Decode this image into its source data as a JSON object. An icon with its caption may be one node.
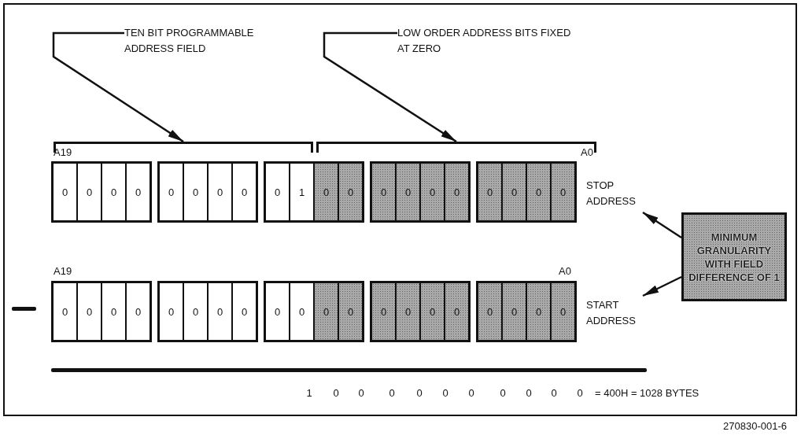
{
  "diagram": {
    "nodes": [
      {
        "text": [
          "TEN BIT PROGRAMMABLE ADDRESS FIELD"
        ]
      },
      {
        "text": [
          "LOW ORDER ADDRESS BITS FIXED AT ZERO"
        ]
      },
      {
        "text": [],
        "shape": "bracket"
      },
      {
        "text": [],
        "shape": "bracket"
      },
      {
        "text": [],
        "shape": "box"
      },
      {
        "text": [
          "0"
        ],
        "in": 4
      },
      {
        "text": [
          "0"
        ],
        "in": 4
      },
      {
        "text": [
          "0"
        ],
        "in": 4
      },
      {
        "text": [
          "0"
        ],
        "in": 4
      },
      {
        "text": [],
        "shape": "box"
      },
      {
        "text": [
          "0"
        ],
        "in": 9
      },
      {
        "text": [
          "0"
        ],
        "in": 9
      },
      {
        "text": [
          "0"
        ],
        "in": 9
      },
      {
        "text": [
          "0"
        ],
        "in": 9
      },
      {
        "text": [],
        "shape": "box"
      },
      {
        "text": [
          "0"
        ],
        "in": 14
      },
      {
        "text": [
          "1"
        ],
        "in": 14
      },
      {
        "text": [
          "0"
        ],
        "in": 14
      },
      {
        "text": [
          "0"
        ],
        "in": 14
      },
      {
        "text": [],
        "shape": "box"
      },
      {
        "text": [
          "0"
        ],
        "in": 19
      },
      {
        "text": [
          "0"
        ],
        "in": 19
      },
      {
        "text": [
          "0"
        ],
        "in": 19
      },
      {
        "text": [
          "0"
        ],
        "in": 19
      },
      {
        "text": [],
        "shape": "box"
      },
      {
        "text": [
          "0"
        ],
        "in": 24
      },
      {
        "text": [
          "0"
        ],
        "in": 24
      },
      {
        "text": [
          "0"
        ],
        "in": 24
      },
      {
        "text": [
          "0"
        ],
        "in": 24
      },
      {
        "text": [
          "STOP ADDRESS"
        ]
      },
      {
        "text": [],
        "shape": "box"
      },
      {
        "text": [
          "0"
        ],
        "in": 30
      },
      {
        "text": [
          "0"
        ],
        "in": 30
      },
      {
        "text": [
          "0"
        ],
        "in": 30
      },
      {
        "text": [
          "0"
        ],
        "in": 30
      },
      {
        "text": [],
        "shape": "box"
      },
      {
        "text": [
          "0"
        ],
        "in": 35
      },
      {
        "text": [
          "0"
        ],
        "in": 35
      },
      {
        "text": [
          "0"
        ],
        "in": 35
      },
      {
        "text": [
          "0"
        ],
        "in": 35
      },
      {
        "text": [],
        "shape": "box"
      },
      {
        "text": [
          "0"
        ],
        "in": 40
      },
      {
        "text": [
          "0"
        ],
        "in": 40
      },
      {
        "text": [
          "0"
        ],
        "in": 40
      },
      {
        "text": [
          "0"
        ],
        "in": 40
      },
      {
        "text": [],
        "shape": "box"
      },
      {
        "text": [
          "0"
        ],
        "in": 45
      },
      {
        "text": [
          "0"
        ],
        "in": 45
      },
      {
        "text": [
          "0"
        ],
        "in": 45
      },
      {
        "text": [
          "0"
        ],
        "in": 45
      },
      {
        "text": [],
        "shape": "box"
      },
      {
        "text": [
          "0"
        ],
        "in": 50
      },
      {
        "text": [
          "0"
        ],
        "in": 50
      },
      {
        "text": [
          "0"
        ],
        "in": 50
      },
      {
        "text": [
          "0"
        ],
        "in": 50
      },
      {
        "text": [
          "START ADDRESS"
        ]
      },
      {
        "text": [
          "MINIMUM GRANULARITY WITH FIELD DIFFERENCE OF 1"
        ]
      }
    ],
    "edges": [
      {
        "from": 0,
        "to": 2,
        "arrow": "to"
      },
      {
        "from": 1,
        "to": 3,
        "arrow": "to"
      },
      {
        "from": 56,
        "to": 29,
        "arrow": "to"
      },
      {
        "from": 56,
        "to": 55,
        "arrow": "to"
      }
    ],
    "labels": [
      "A19",
      "A0",
      "A19",
      "A0",
      "1",
      "0",
      "0",
      "0",
      "0",
      "0",
      "0",
      "0",
      "0",
      "0",
      "0",
      "= 400H = 1028 BYTES",
      "270830-001-6"
    ]
  }
}
